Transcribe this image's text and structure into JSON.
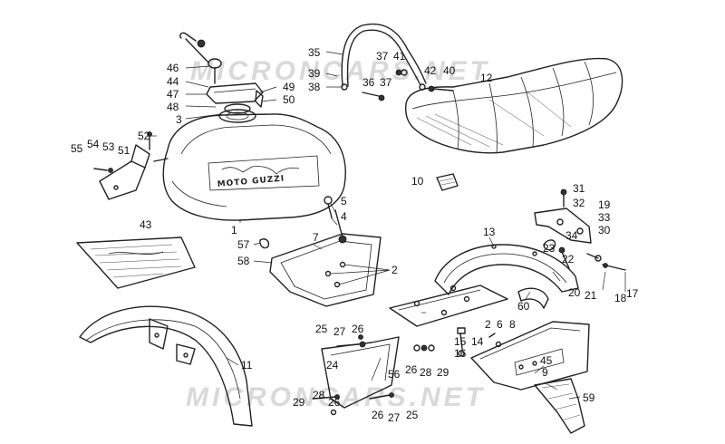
{
  "watermarks": [
    "MICRONCARS.NET",
    "MICRONCARS.NET"
  ],
  "tank_brand": "MOTO GUZZI",
  "callouts": [
    {
      "id": "c46",
      "text": "46"
    },
    {
      "id": "c44",
      "text": "44"
    },
    {
      "id": "c47",
      "text": "47"
    },
    {
      "id": "c48",
      "text": "48"
    },
    {
      "id": "c3",
      "text": "3"
    },
    {
      "id": "c49",
      "text": "49"
    },
    {
      "id": "c50",
      "text": "50"
    },
    {
      "id": "c35",
      "text": "35"
    },
    {
      "id": "c39",
      "text": "39"
    },
    {
      "id": "c38",
      "text": "38"
    },
    {
      "id": "c37a",
      "text": "37"
    },
    {
      "id": "c41",
      "text": "41"
    },
    {
      "id": "c36",
      "text": "36"
    },
    {
      "id": "c37b",
      "text": "37"
    },
    {
      "id": "c42",
      "text": "42"
    },
    {
      "id": "c40",
      "text": "40"
    },
    {
      "id": "c12",
      "text": "12"
    },
    {
      "id": "c52",
      "text": "52"
    },
    {
      "id": "c55",
      "text": "55"
    },
    {
      "id": "c54",
      "text": "54"
    },
    {
      "id": "c53",
      "text": "53"
    },
    {
      "id": "c51",
      "text": "51"
    },
    {
      "id": "c10",
      "text": "10"
    },
    {
      "id": "c31",
      "text": "31"
    },
    {
      "id": "c32",
      "text": "32"
    },
    {
      "id": "c19",
      "text": "19"
    },
    {
      "id": "c33",
      "text": "33"
    },
    {
      "id": "c30",
      "text": "30"
    },
    {
      "id": "c34",
      "text": "34"
    },
    {
      "id": "c23",
      "text": "23"
    },
    {
      "id": "c43",
      "text": "43"
    },
    {
      "id": "c1",
      "text": "1"
    },
    {
      "id": "c5",
      "text": "5"
    },
    {
      "id": "c4",
      "text": "4"
    },
    {
      "id": "c13",
      "text": "13"
    },
    {
      "id": "c57",
      "text": "57"
    },
    {
      "id": "c7",
      "text": "7"
    },
    {
      "id": "c58",
      "text": "58"
    },
    {
      "id": "c2a",
      "text": "2"
    },
    {
      "id": "c22",
      "text": "22"
    },
    {
      "id": "c20",
      "text": "20"
    },
    {
      "id": "c21",
      "text": "21"
    },
    {
      "id": "c17",
      "text": "17"
    },
    {
      "id": "c18",
      "text": "18"
    },
    {
      "id": "c60",
      "text": "60"
    },
    {
      "id": "c25a",
      "text": "25"
    },
    {
      "id": "c27a",
      "text": "27"
    },
    {
      "id": "c26a",
      "text": "26"
    },
    {
      "id": "c2b",
      "text": "2"
    },
    {
      "id": "c6",
      "text": "6"
    },
    {
      "id": "c8",
      "text": "8"
    },
    {
      "id": "c15",
      "text": "15"
    },
    {
      "id": "c14",
      "text": "14"
    },
    {
      "id": "c16",
      "text": "16"
    },
    {
      "id": "c11",
      "text": "11"
    },
    {
      "id": "c24",
      "text": "24"
    },
    {
      "id": "c56",
      "text": "56"
    },
    {
      "id": "c26b",
      "text": "26"
    },
    {
      "id": "c28a",
      "text": "28"
    },
    {
      "id": "c29a",
      "text": "29"
    },
    {
      "id": "c45",
      "text": "45"
    },
    {
      "id": "c9",
      "text": "9"
    },
    {
      "id": "c59",
      "text": "59"
    },
    {
      "id": "c28b",
      "text": "28"
    },
    {
      "id": "c29b",
      "text": "29"
    },
    {
      "id": "c26c",
      "text": "26"
    },
    {
      "id": "c26d",
      "text": "26"
    },
    {
      "id": "c27b",
      "text": "27"
    },
    {
      "id": "c25b",
      "text": "25"
    }
  ]
}
